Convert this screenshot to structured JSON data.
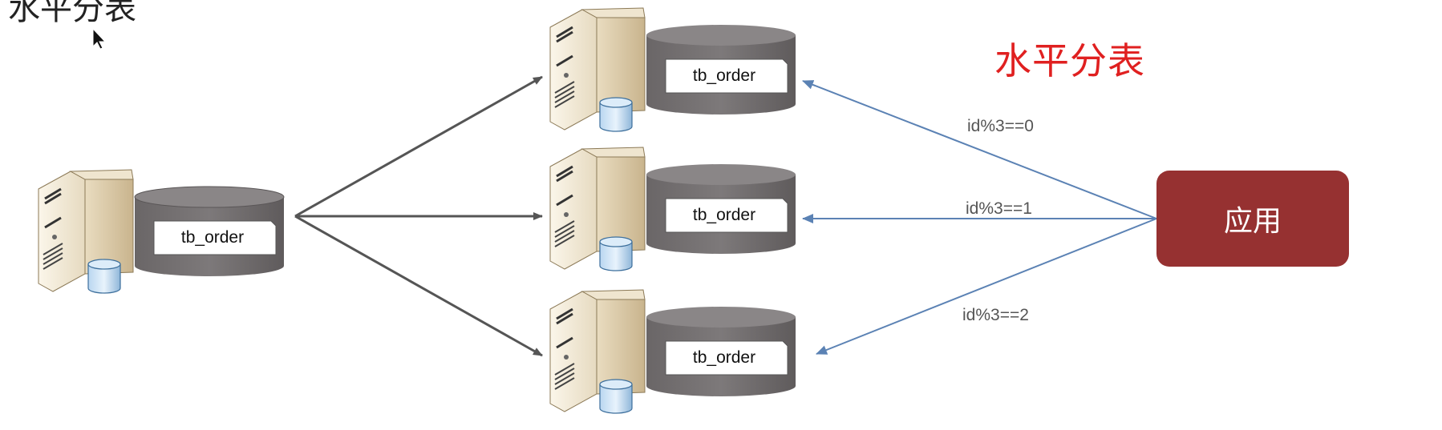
{
  "heading": "水平分表",
  "title": "水平分表",
  "app_label": "应用",
  "source_table": "tb_order",
  "shards": [
    {
      "table": "tb_order",
      "condition": "id%3==0"
    },
    {
      "table": "tb_order",
      "condition": "id%3==1"
    },
    {
      "table": "tb_order",
      "condition": "id%3==2"
    }
  ],
  "colors": {
    "title": "#e02020",
    "app_box": "#963131",
    "left_arrows": "#555555",
    "right_arrows": "#5b82b4",
    "db_cylinder": "#707070"
  },
  "icons": [
    "server-icon",
    "database-icon",
    "cursor-icon",
    "arrow-icon"
  ]
}
